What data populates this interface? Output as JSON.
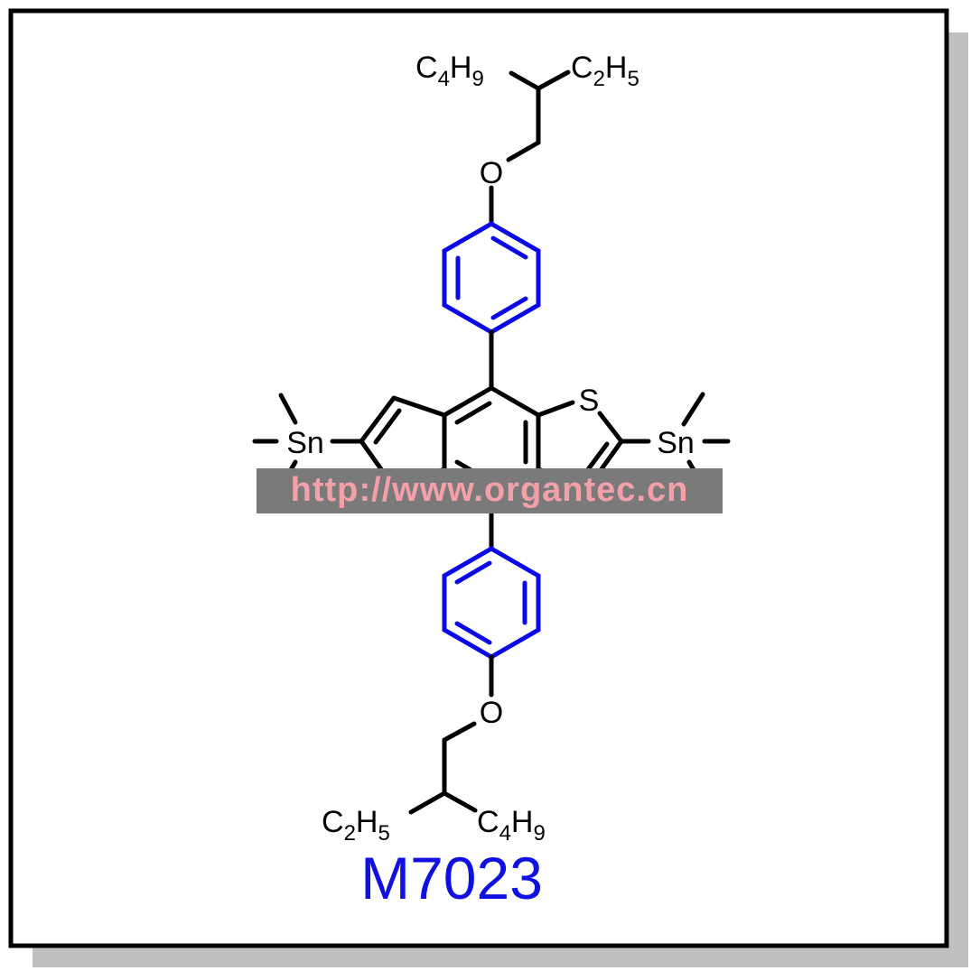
{
  "compound": {
    "code": "M7023",
    "code_color": "#1010e0"
  },
  "watermark": {
    "text": "http://www.organtec.cn",
    "text_color": "#f4a0a8",
    "band_color": "#7a7a7a"
  },
  "colors": {
    "bond": "#000000",
    "phenyl_ring": "#0a0ae6",
    "frame": "#000000",
    "shadow": "#c0c0c0"
  },
  "atoms": {
    "oxygen": "O",
    "sulfur": "S",
    "tin": "Sn"
  },
  "substituents": {
    "top_left": {
      "element": "C",
      "count": "4",
      "element2": "H",
      "count2": "9"
    },
    "top_right": {
      "element": "C",
      "count": "2",
      "element2": "H",
      "count2": "5"
    },
    "bottom_left": {
      "element": "C",
      "count": "2",
      "element2": "H",
      "count2": "5"
    },
    "bottom_right": {
      "element": "C",
      "count": "4",
      "element2": "H",
      "count2": "9"
    }
  }
}
